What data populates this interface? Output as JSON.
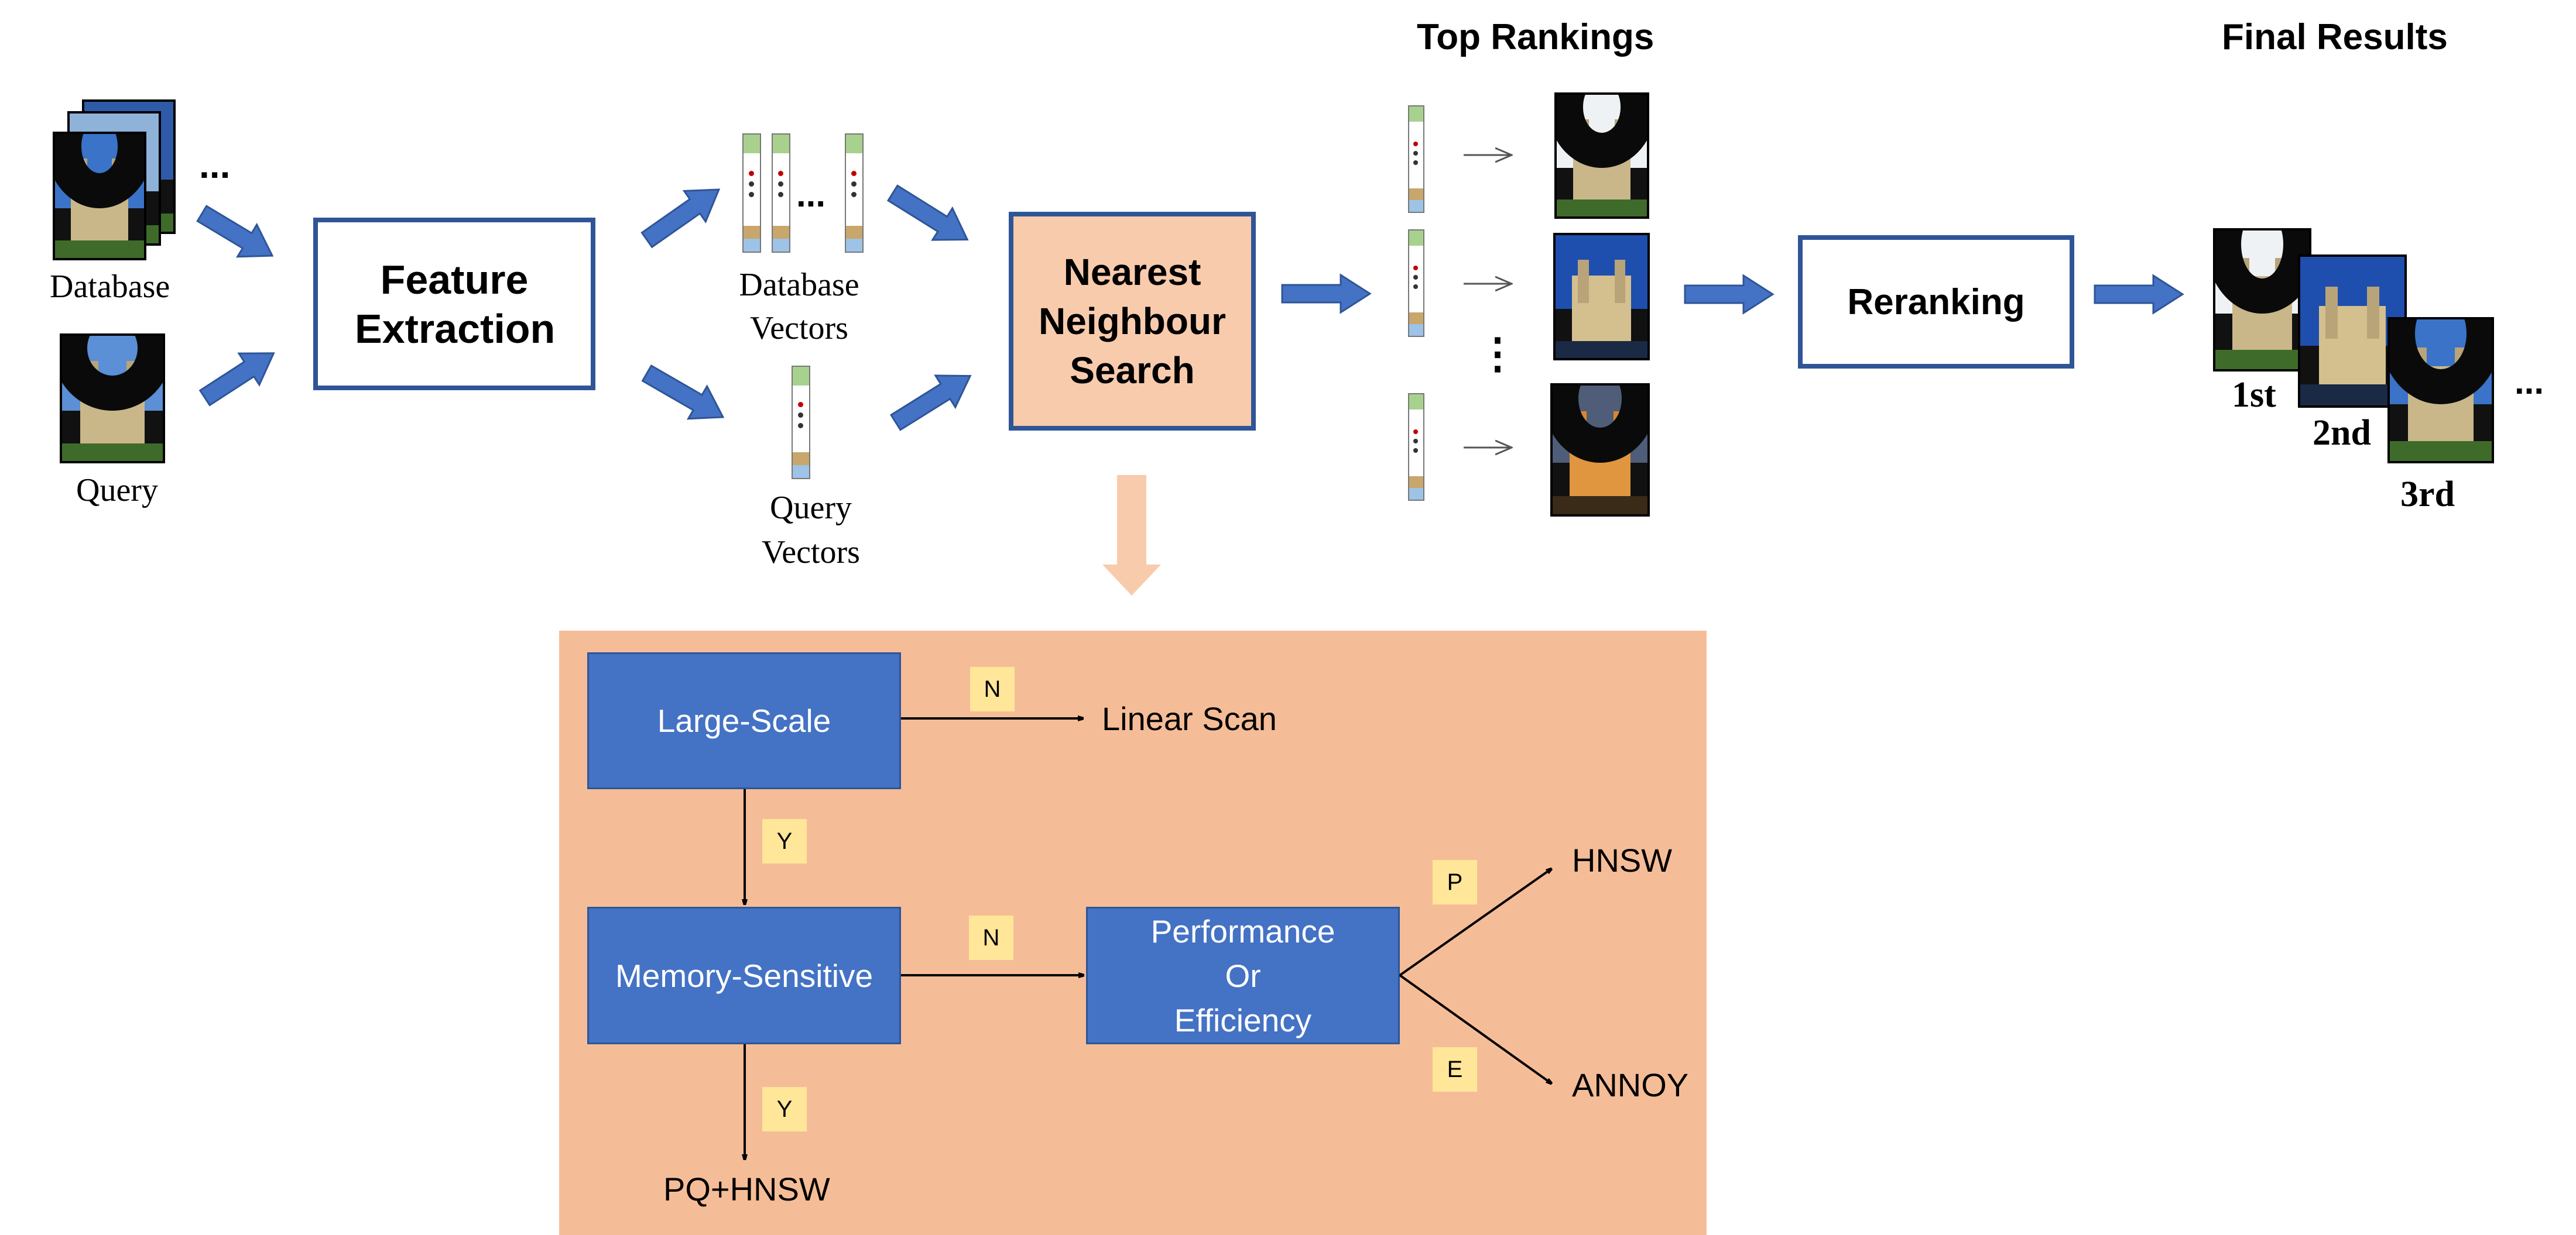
{
  "headings": {
    "top_rankings": "Top Rankings",
    "final_results": "Final Results"
  },
  "inputs": {
    "database_label": "Database",
    "query_label": "Query",
    "ellipsis": "..."
  },
  "pipeline": {
    "feature_extraction": "Feature Extraction",
    "database_vectors": "Database Vectors",
    "query_vectors": "Query Vectors",
    "vector_ellipsis": "...",
    "nearest_neighbour": "Nearest Neighbour Search",
    "reranking": "Reranking",
    "ranking_ellipsis": "⋮"
  },
  "results": {
    "first": "1st",
    "second": "2nd",
    "third": "3rd",
    "ellipsis": "..."
  },
  "decision": {
    "large_scale": "Large-Scale",
    "linear_scan": "Linear Scan",
    "memory_sensitive": "Memory-Sensitive",
    "performance_or_efficiency": "Performance\nOr\nEfficiency",
    "hnsw": "HNSW",
    "annoy": "ANNOY",
    "pq_hnsw": "PQ+HNSW",
    "tags": {
      "n1": "N",
      "y1": "Y",
      "n2": "N",
      "y2": "Y",
      "p": "P",
      "e": "E"
    }
  },
  "colors": {
    "arrow_blue": "#4472c4",
    "border_blue": "#2f5597",
    "panel_peach": "#f5bd97",
    "nn_fill": "#f8cbad",
    "down_arrow": "#f8cbad",
    "tag_yellow": "#ffe699",
    "vector_green": "#a9d18e",
    "vector_tan": "#c9a66b",
    "vector_blue": "#9dc3e6"
  }
}
